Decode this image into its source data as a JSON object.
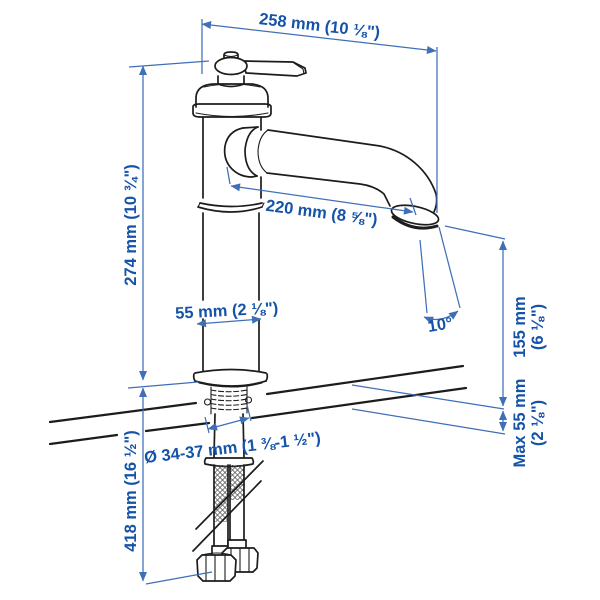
{
  "diagram": {
    "type": "product-dimension-drawing",
    "subject": "kitchen faucet with supply hoses on a countertop cross-section",
    "colors": {
      "background": "#ffffff",
      "drawing_line": "#1c1c1c",
      "dimension_line": "#3f6fb7",
      "dimension_text": "#1553a8"
    }
  },
  "labels": {
    "total_width": "258 mm (10 ⅛\")",
    "total_height": "274 mm (10 ¾\")",
    "spout_reach": "220 mm (8 ⅝\")",
    "base_width": "55 mm (2 ⅛\")",
    "spout_angle": "10°",
    "spout_clearance_l1": "155 mm",
    "spout_clearance_l2": "(6 ⅛\")",
    "max_deck_l1": "Max 55 mm",
    "max_deck_l2": "(2 ⅛\")",
    "hole_diameter": "Ø 34-37 mm (1 ⅜-1 ½\")",
    "hose_length": "418 mm (16 ½\")"
  }
}
